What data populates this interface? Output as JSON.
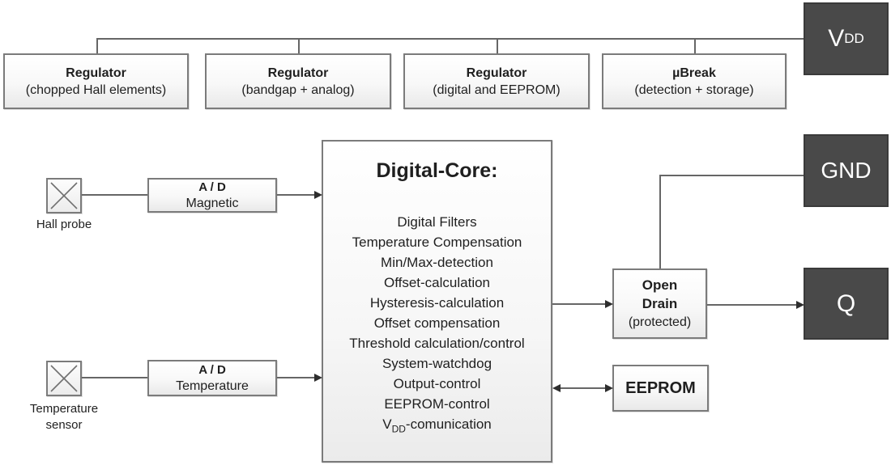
{
  "colors": {
    "box_border": "#7b7b7b",
    "dark_box_bg": "#494949",
    "line": "#666666",
    "arrow": "#2e2e2e",
    "text": "#1f1f1f"
  },
  "top_row": [
    {
      "title": "Regulator",
      "subtitle": "(chopped Hall elements)"
    },
    {
      "title": "Regulator",
      "subtitle": "(bandgap + analog)"
    },
    {
      "title": "Regulator",
      "subtitle": "(digital and EEPROM)"
    },
    {
      "title": "µBreak",
      "subtitle": "(detection + storage)"
    }
  ],
  "terminals": {
    "vdd": {
      "main": "V",
      "sub": "DD"
    },
    "gnd": "GND",
    "q": "Q"
  },
  "left": {
    "hall": {
      "label": "Hall probe"
    },
    "temp": {
      "label_line1": "Temperature",
      "label_line2": "sensor"
    },
    "adc_magnetic": {
      "title": "A / D",
      "subtitle": "Magnetic"
    },
    "adc_temperature": {
      "title": "A / D",
      "subtitle": "Temperature"
    }
  },
  "core": {
    "title": "Digital-Core:",
    "functions": [
      "Digital Filters",
      "Temperature Compensation",
      "Min/Max-detection",
      "Offset-calculation",
      "Hysteresis-calculation",
      "Offset compensation",
      "Threshold calculation/control",
      "System-watchdog",
      "Output-control",
      "EEPROM-control"
    ],
    "vdd_function": {
      "pre": "V",
      "sub": "DD",
      "post": "-comunication"
    }
  },
  "right": {
    "open_drain": {
      "line1": "Open",
      "line2": "Drain",
      "line3": "(protected)"
    },
    "eeprom": {
      "label": "EEPROM"
    }
  }
}
